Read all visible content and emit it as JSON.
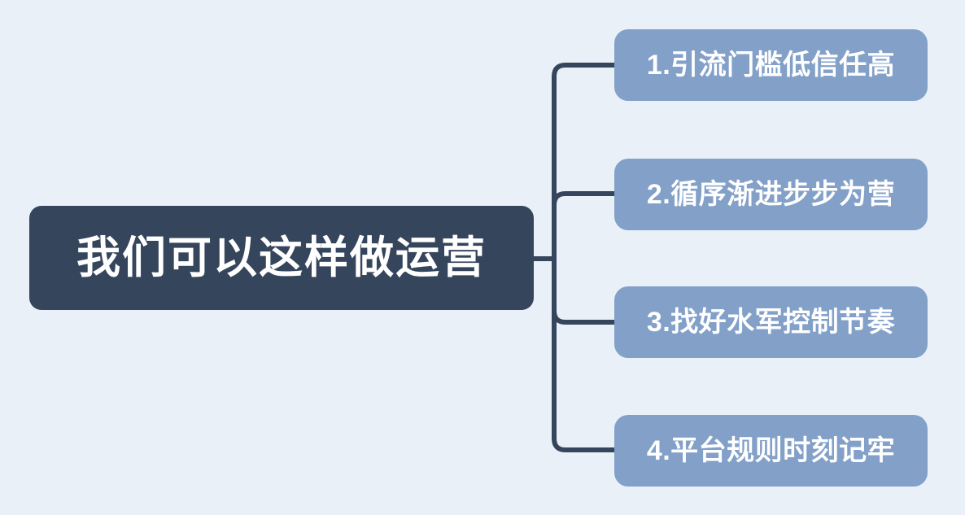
{
  "diagram": {
    "type": "mind-map",
    "orientation": "left-to-right",
    "background_color": "#e9f0f8",
    "root": {
      "label": "我们可以这样做运营",
      "fill_color": "#35455c",
      "text_color": "#ffffff"
    },
    "connector": {
      "color": "#35455c",
      "stroke_width": 6,
      "style": "orthogonal-rounded"
    },
    "branches": [
      {
        "index": "1",
        "label": "1.引流门槛低信任高",
        "fill_color": "#82a0c8",
        "text_color": "#ffffff"
      },
      {
        "index": "2",
        "label": "2.循序渐进步步为营",
        "fill_color": "#82a0c8",
        "text_color": "#ffffff"
      },
      {
        "index": "3",
        "label": "3.找好水军控制节奏",
        "fill_color": "#82a0c8",
        "text_color": "#ffffff"
      },
      {
        "index": "4",
        "label": "4.平台规则时刻记牢",
        "fill_color": "#82a0c8",
        "text_color": "#ffffff"
      }
    ]
  }
}
